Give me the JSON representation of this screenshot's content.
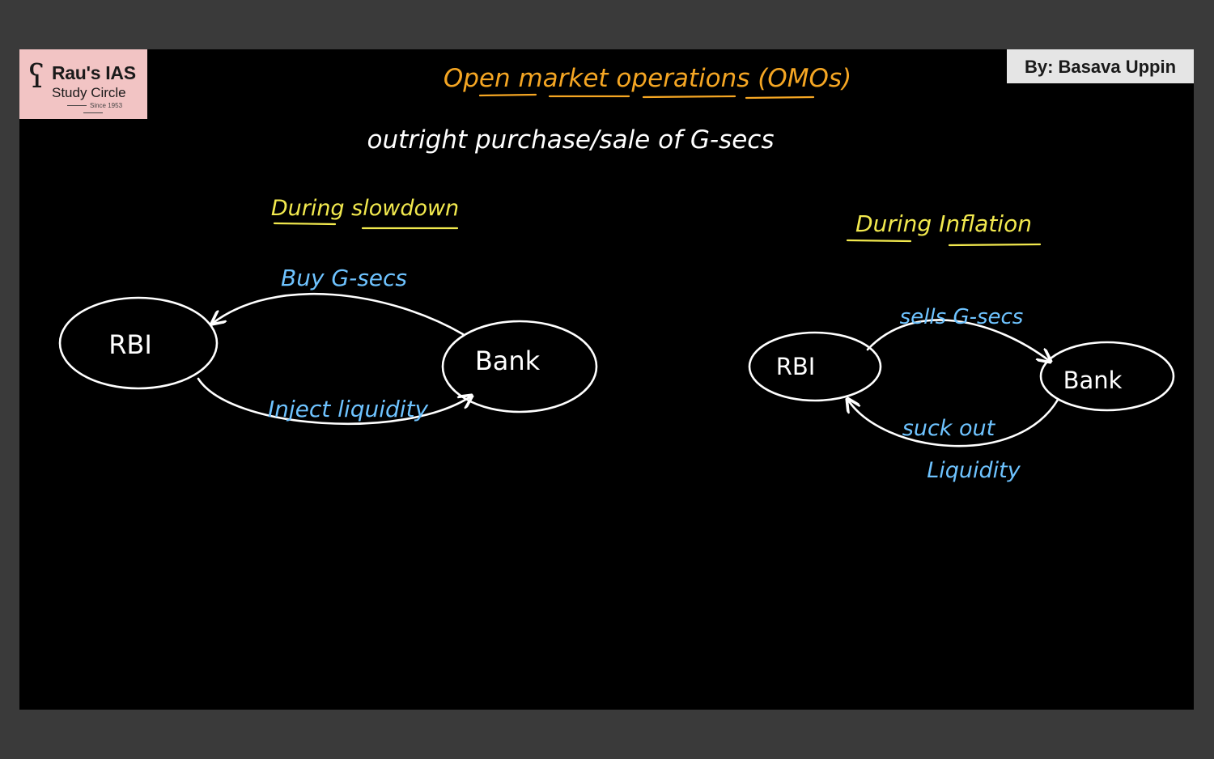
{
  "logo": {
    "line1": "Rau's IAS",
    "line2": "Study Circle",
    "line3": "Since 1953"
  },
  "byline": "By:  Basava Uppin",
  "title": "Open market operations (OMOs)",
  "subtitle": "outright purchase/sale of G-secs",
  "colors": {
    "title": "#f5a623",
    "heading": "#f2e94e",
    "label": "#6ec3ff",
    "node": "#ffffff",
    "board": "#000000"
  },
  "slowdown": {
    "heading": "During slowdown",
    "nodes": {
      "rbi": "RBI",
      "bank": "Bank"
    },
    "top_label": "Buy G-secs",
    "bottom_label": "Inject liquidity"
  },
  "inflation": {
    "heading": "During Inflation",
    "nodes": {
      "rbi": "RBI",
      "bank": "Bank"
    },
    "top_label": "sells G-secs",
    "bottom_label_1": "suck out",
    "bottom_label_2": "Liquidity"
  }
}
